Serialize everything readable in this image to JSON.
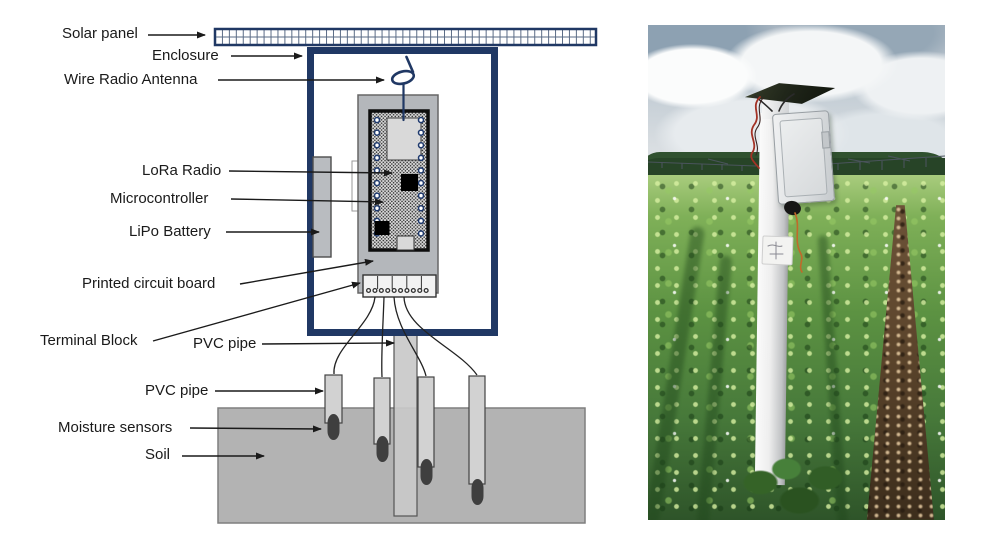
{
  "figure": {
    "left_panel": "schematic",
    "right_panel": "field-photo"
  },
  "labels": {
    "solar_panel": "Solar panel",
    "enclosure": "Enclosure",
    "wire_radio_antenna": "Wire Radio Antenna",
    "lora_radio": "LoRa Radio",
    "microcontroller": "Microcontroller",
    "lipo_battery": "LiPo Battery",
    "printed_circuit_board": "Printed circuit board",
    "terminal_block": "Terminal Block",
    "pvc_pipe_upper": "PVC pipe",
    "pvc_pipe_lower": "PVC pipe",
    "moisture_sensors": "Moisture sensors",
    "soil": "Soil"
  },
  "colors": {
    "enclosure_outline": "#203864",
    "panel_grid_line": "#5a6b85",
    "pcb_gray": "#b4b7bb",
    "board_pattern_bg": "#dfdfdf",
    "chip_black": "#000000",
    "soil_fill": "#b3b3b3",
    "pipe_fill": "#cccccc",
    "sensor_tip": "#3f3f3f",
    "arrow_line": "#1a1a1a",
    "photo_sky": "#c2ccd4",
    "photo_field_green": "#5c9242",
    "photo_dirt_brown": "#5c452c"
  }
}
